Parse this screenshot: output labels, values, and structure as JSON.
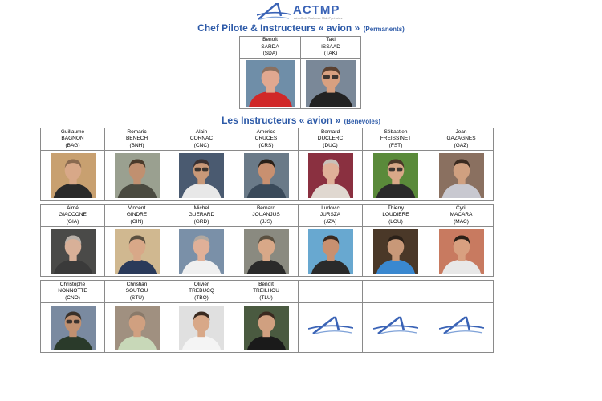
{
  "header": {
    "logo_text": "ACTMP",
    "logo_subtitle": "AéroClub Toulouse Midi-Pyrénées"
  },
  "sections": {
    "chief": {
      "title": "Chef Pilote & Instructeurs « avion »",
      "note": "(Permanents)"
    },
    "volunteers": {
      "title": "Les Instructeurs « avion »",
      "note": "(Bénévoles)"
    }
  },
  "chief": [
    {
      "first": "Benoît",
      "last": "SARDA",
      "code": "(SDA)"
    },
    {
      "first": "Taki",
      "last": "ISSAAD",
      "code": "(TAK)"
    }
  ],
  "row1": [
    {
      "first": "Guillaume",
      "last": "BAGNON",
      "code": "(BAG)"
    },
    {
      "first": "Romaric",
      "last": "BENECH",
      "code": "(BNH)"
    },
    {
      "first": "Alain",
      "last": "CORNAC",
      "code": "(CNC)"
    },
    {
      "first": "Américo",
      "last": "CRUCES",
      "code": "(CRS)"
    },
    {
      "first": "Bernard",
      "last": "DUCLERC",
      "code": "(DUC)"
    },
    {
      "first": "Sébastien",
      "last": "FREISSINET",
      "code": "(FST)"
    },
    {
      "first": "Jean",
      "last": "GAZAGNES",
      "code": "(GAZ)"
    }
  ],
  "row2": [
    {
      "first": "Aimé",
      "last": "GIACCONE",
      "code": "(GIA)"
    },
    {
      "first": "Vincent",
      "last": "GINDRE",
      "code": "(GIN)"
    },
    {
      "first": "Michel",
      "last": "GUERARD",
      "code": "(GRD)"
    },
    {
      "first": "Bernard",
      "last": "JOUANJUS",
      "code": "(JJS)"
    },
    {
      "first": "Ludovic",
      "last": "JURSZA",
      "code": "(JZA)"
    },
    {
      "first": "Thierry",
      "last": "LOUDIERE",
      "code": "(LOU)"
    },
    {
      "first": "Cyril",
      "last": "MACARA",
      "code": "(MAC)"
    }
  ],
  "row3": [
    {
      "first": "Christophe",
      "last": "NONNOTTE",
      "code": "(CNO)"
    },
    {
      "first": "Christian",
      "last": "SOUTOU",
      "code": "(STU)"
    },
    {
      "first": "Olivier",
      "last": "TREBUCQ",
      "code": "(TBQ)"
    },
    {
      "first": "Benoît",
      "last": "TREILHOU",
      "code": "(TLU)"
    },
    {
      "first": "",
      "last": "",
      "code": ""
    },
    {
      "first": "",
      "last": "",
      "code": ""
    },
    {
      "first": "",
      "last": "",
      "code": ""
    }
  ],
  "photos": {
    "chief": [
      {
        "bg": "#6f8ea8",
        "skin": "#e0a890",
        "hair": "#8a7060",
        "shirt": "#d02828"
      },
      {
        "bg": "#7a8898",
        "skin": "#d8a080",
        "hair": "#5a4030",
        "shirt": "#222222",
        "glasses": true
      }
    ],
    "row1": [
      {
        "bg": "#c8a070",
        "skin": "#d8a888",
        "hair": "#8a6a50",
        "shirt": "#2a2a2a"
      },
      {
        "bg": "#9aa090",
        "skin": "#c09070",
        "hair": "#4a3a2a",
        "shirt": "#4a4a40"
      },
      {
        "bg": "#4a5a70",
        "skin": "#c89878",
        "hair": "#3a3030",
        "shirt": "#e8e8e8",
        "glasses": true
      },
      {
        "bg": "#6a7a88",
        "skin": "#c89070",
        "hair": "#2a2018",
        "shirt": "#3a4a5a"
      },
      {
        "bg": "#8a3040",
        "skin": "#e0b098",
        "hair": "#c8c0b8",
        "shirt": "#e0d8d0"
      },
      {
        "bg": "#5a8a3a",
        "skin": "#d8a888",
        "hair": "#4a3828",
        "shirt": "#2a2a2a",
        "glasses": true
      },
      {
        "bg": "#8a7060",
        "skin": "#d0a080",
        "hair": "#3a2a20",
        "shirt": "#c8c8d0"
      }
    ],
    "row2": [
      {
        "bg": "#4a4a48",
        "skin": "#d8b098",
        "hair": "#b8b0a8",
        "shirt": "#3a3a3a"
      },
      {
        "bg": "#d0b890",
        "skin": "#d8a888",
        "hair": "#5a5040",
        "shirt": "#2a3a5a"
      },
      {
        "bg": "#7a90a8",
        "skin": "#e0b098",
        "hair": "#b0a8a0",
        "shirt": "#f0f0f0"
      },
      {
        "bg": "#8a8a80",
        "skin": "#d8a888",
        "hair": "#5a5040",
        "shirt": "#2a2a2a"
      },
      {
        "bg": "#68a8d0",
        "skin": "#c89070",
        "hair": "#3a2a20",
        "shirt": "#2a2a2a"
      },
      {
        "bg": "#4a3828",
        "skin": "#c89878",
        "hair": "#2a2018",
        "shirt": "#3a88d0"
      },
      {
        "bg": "#c87a60",
        "skin": "#d8a080",
        "hair": "#2a2018",
        "shirt": "#e8e8e8"
      }
    ],
    "row3": [
      {
        "bg": "#7a8aa0",
        "skin": "#c09070",
        "hair": "#3a3028",
        "shirt": "#2a3a2a",
        "glasses": true
      },
      {
        "bg": "#a09080",
        "skin": "#d0a080",
        "hair": "#8a7a6a",
        "shirt": "#c8d8b8"
      },
      {
        "bg": "#e0e0e0",
        "skin": "#d8a888",
        "hair": "#3a2a20",
        "shirt": "#f4f4f4"
      },
      {
        "bg": "#4a5a40",
        "skin": "#d0a080",
        "hair": "#3a2a20",
        "shirt": "#1a1a1a"
      }
    ]
  },
  "colors": {
    "heading": "#2d5aa8",
    "logo_blue": "#3a63b6"
  },
  "icons": {
    "logo": "actmp-logo-icon",
    "placeholder": "actmp-logo-icon"
  }
}
